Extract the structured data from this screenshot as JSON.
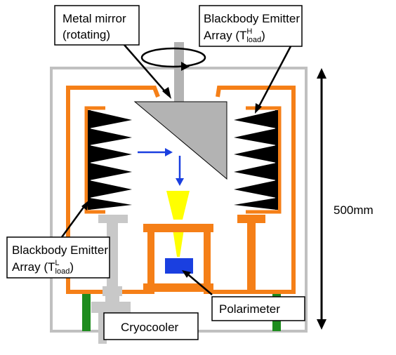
{
  "labels": {
    "metal_mirror_line1": "Metal mirror",
    "metal_mirror_line2": "(rotating)",
    "bb_high_line1": "Blackbody Emitter",
    "bb_high_prefix": "Array (T",
    "bb_high_sup": "H",
    "bb_high_sub": "load",
    "bb_high_suffix": ")",
    "bb_low_line1": "Blackbody Emitter",
    "bb_low_prefix": "Array (T",
    "bb_low_sup": "L",
    "bb_low_sub": "load",
    "bb_low_suffix": ")",
    "dimension": "500mm",
    "polarimeter": "Polarimeter",
    "cryocooler": "Cryocooler"
  },
  "colors": {
    "orange": "#f57f17",
    "gray": "#b3b3b3",
    "cooler_gray": "#c8c8c8",
    "black": "#000000",
    "blue": "#1a3fe0",
    "yellow": "#ffff00",
    "green": "#1e8c1e",
    "frame": "#c0c0c0"
  }
}
